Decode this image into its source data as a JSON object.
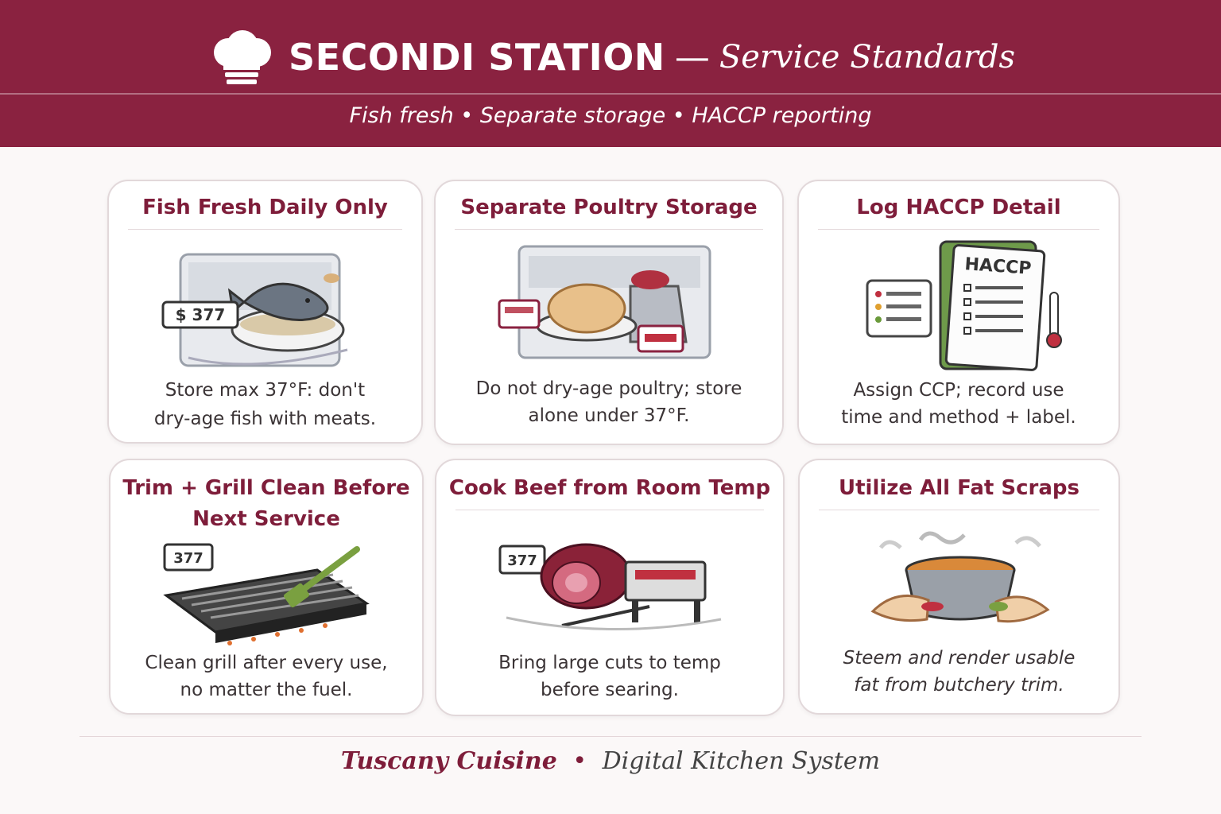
{
  "header": {
    "title": "SECONDI STATION",
    "dash": "—",
    "subtitle": "Service Standards",
    "tagline": "Fish fresh • Separate storage • HACCP reporting",
    "icon": "chef-hat-icon"
  },
  "cards": [
    {
      "title": "Fish Fresh Daily Only",
      "text_line1": "Store max 37°F: don't",
      "text_line2": "dry-age fish with meats.",
      "icon": "fish-in-fridge-icon",
      "tag": "$ 377"
    },
    {
      "title": "Separate Poultry Storage",
      "text_line1": "Do not dry-age poultry; store",
      "text_line2": "alone under 37°F.",
      "icon": "poultry-fridge-icon"
    },
    {
      "title": "Log HACCP Detail",
      "text_line1": "Assign CCP; record use",
      "text_line2": "time and method + label.",
      "icon": "haccp-log-icon",
      "tag": "HACCP"
    },
    {
      "title_line1": "Trim + Grill Clean Before",
      "title_line2": "Next Service",
      "text_line1": "Clean grill after every use,",
      "text_line2": "no matter the fuel.",
      "icon": "grill-brush-icon",
      "tag": "377"
    },
    {
      "title": "Cook Beef from Room Temp",
      "text_line1": "Bring large cuts to temp",
      "text_line2": "before searing.",
      "icon": "beef-roast-icon",
      "tag": "377"
    },
    {
      "title": "Utilize All Fat Scraps",
      "text_line1": "Steem and render usable",
      "text_line2": "fat from butchery trim.",
      "icon": "rendering-pot-icon"
    }
  ],
  "footer": {
    "brand": "Tuscany Cuisine",
    "bullet": "•",
    "system": "Digital Kitchen System"
  },
  "colors": {
    "header_bg": "#8a2240",
    "accent": "#7e1d3a",
    "card_border": "#e2d8da"
  }
}
